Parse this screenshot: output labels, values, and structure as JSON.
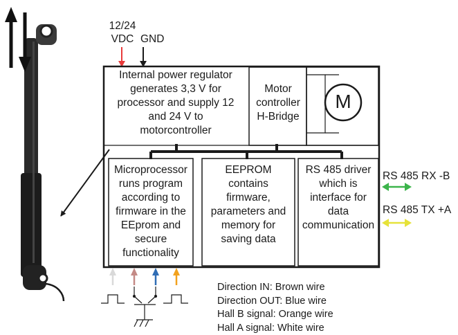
{
  "power": {
    "voltage_line1": "12/24",
    "voltage_line2": "VDC",
    "ground": "GND"
  },
  "blocks": {
    "regulator": [
      "Internal power regulator",
      "generates 3,3 V for",
      "processor and supply 12",
      "and 24 V to",
      "motorcontroller"
    ],
    "motor_controller": [
      "Motor",
      "controller",
      "H-Bridge"
    ],
    "motor_symbol": "M",
    "microprocessor": [
      "Microprocessor",
      "runs program",
      "according to",
      "firmware in the",
      "EEprom and",
      "secure",
      "functionality"
    ],
    "eeprom": [
      "EEPROM",
      "contains",
      "firmware,",
      "parameters and",
      "memory for",
      "saving data"
    ],
    "rs485": [
      "RS 485 driver",
      "which is",
      "interface for",
      "data",
      "communication"
    ]
  },
  "signals": {
    "rx": "RS 485 RX -B",
    "tx": "RS 485 TX +A"
  },
  "legend": [
    "Direction IN: Brown wire",
    "Direction OUT: Blue wire",
    "Hall B signal: Orange wire",
    "Hall A signal: White wire"
  ],
  "colors": {
    "supply_arrow": "#e83a3a",
    "rx_arrow": "#3cb44b",
    "tx_arrow": "#e6e23a",
    "white_wire": "#d9d9d9",
    "brown_wire": "#c48a86",
    "blue_wire": "#2f6db5",
    "orange_wire": "#f2a21e"
  }
}
